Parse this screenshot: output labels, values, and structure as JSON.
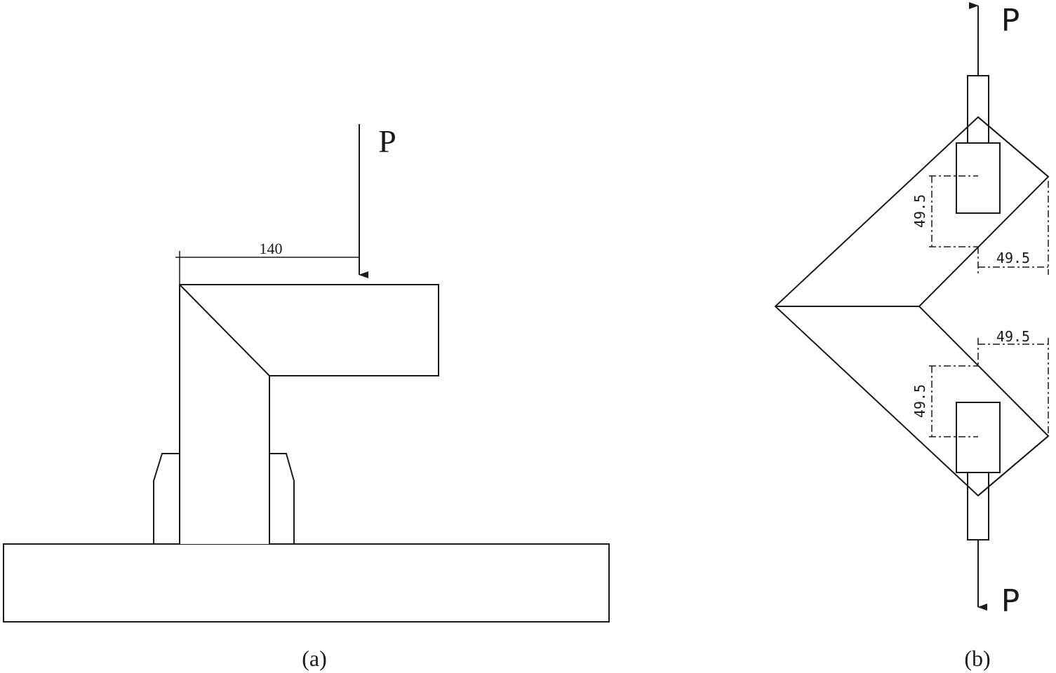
{
  "figure_a": {
    "load_label": "P",
    "dimension_label": "140",
    "caption": "(a)"
  },
  "figure_b": {
    "load_top_label": "P",
    "load_bottom_label": "P",
    "dim_upper_vertical": "49.5",
    "dim_upper_horizontal": "49.5",
    "dim_lower_horizontal": "49.5",
    "dim_lower_vertical": "49.5",
    "caption": "(b)"
  }
}
